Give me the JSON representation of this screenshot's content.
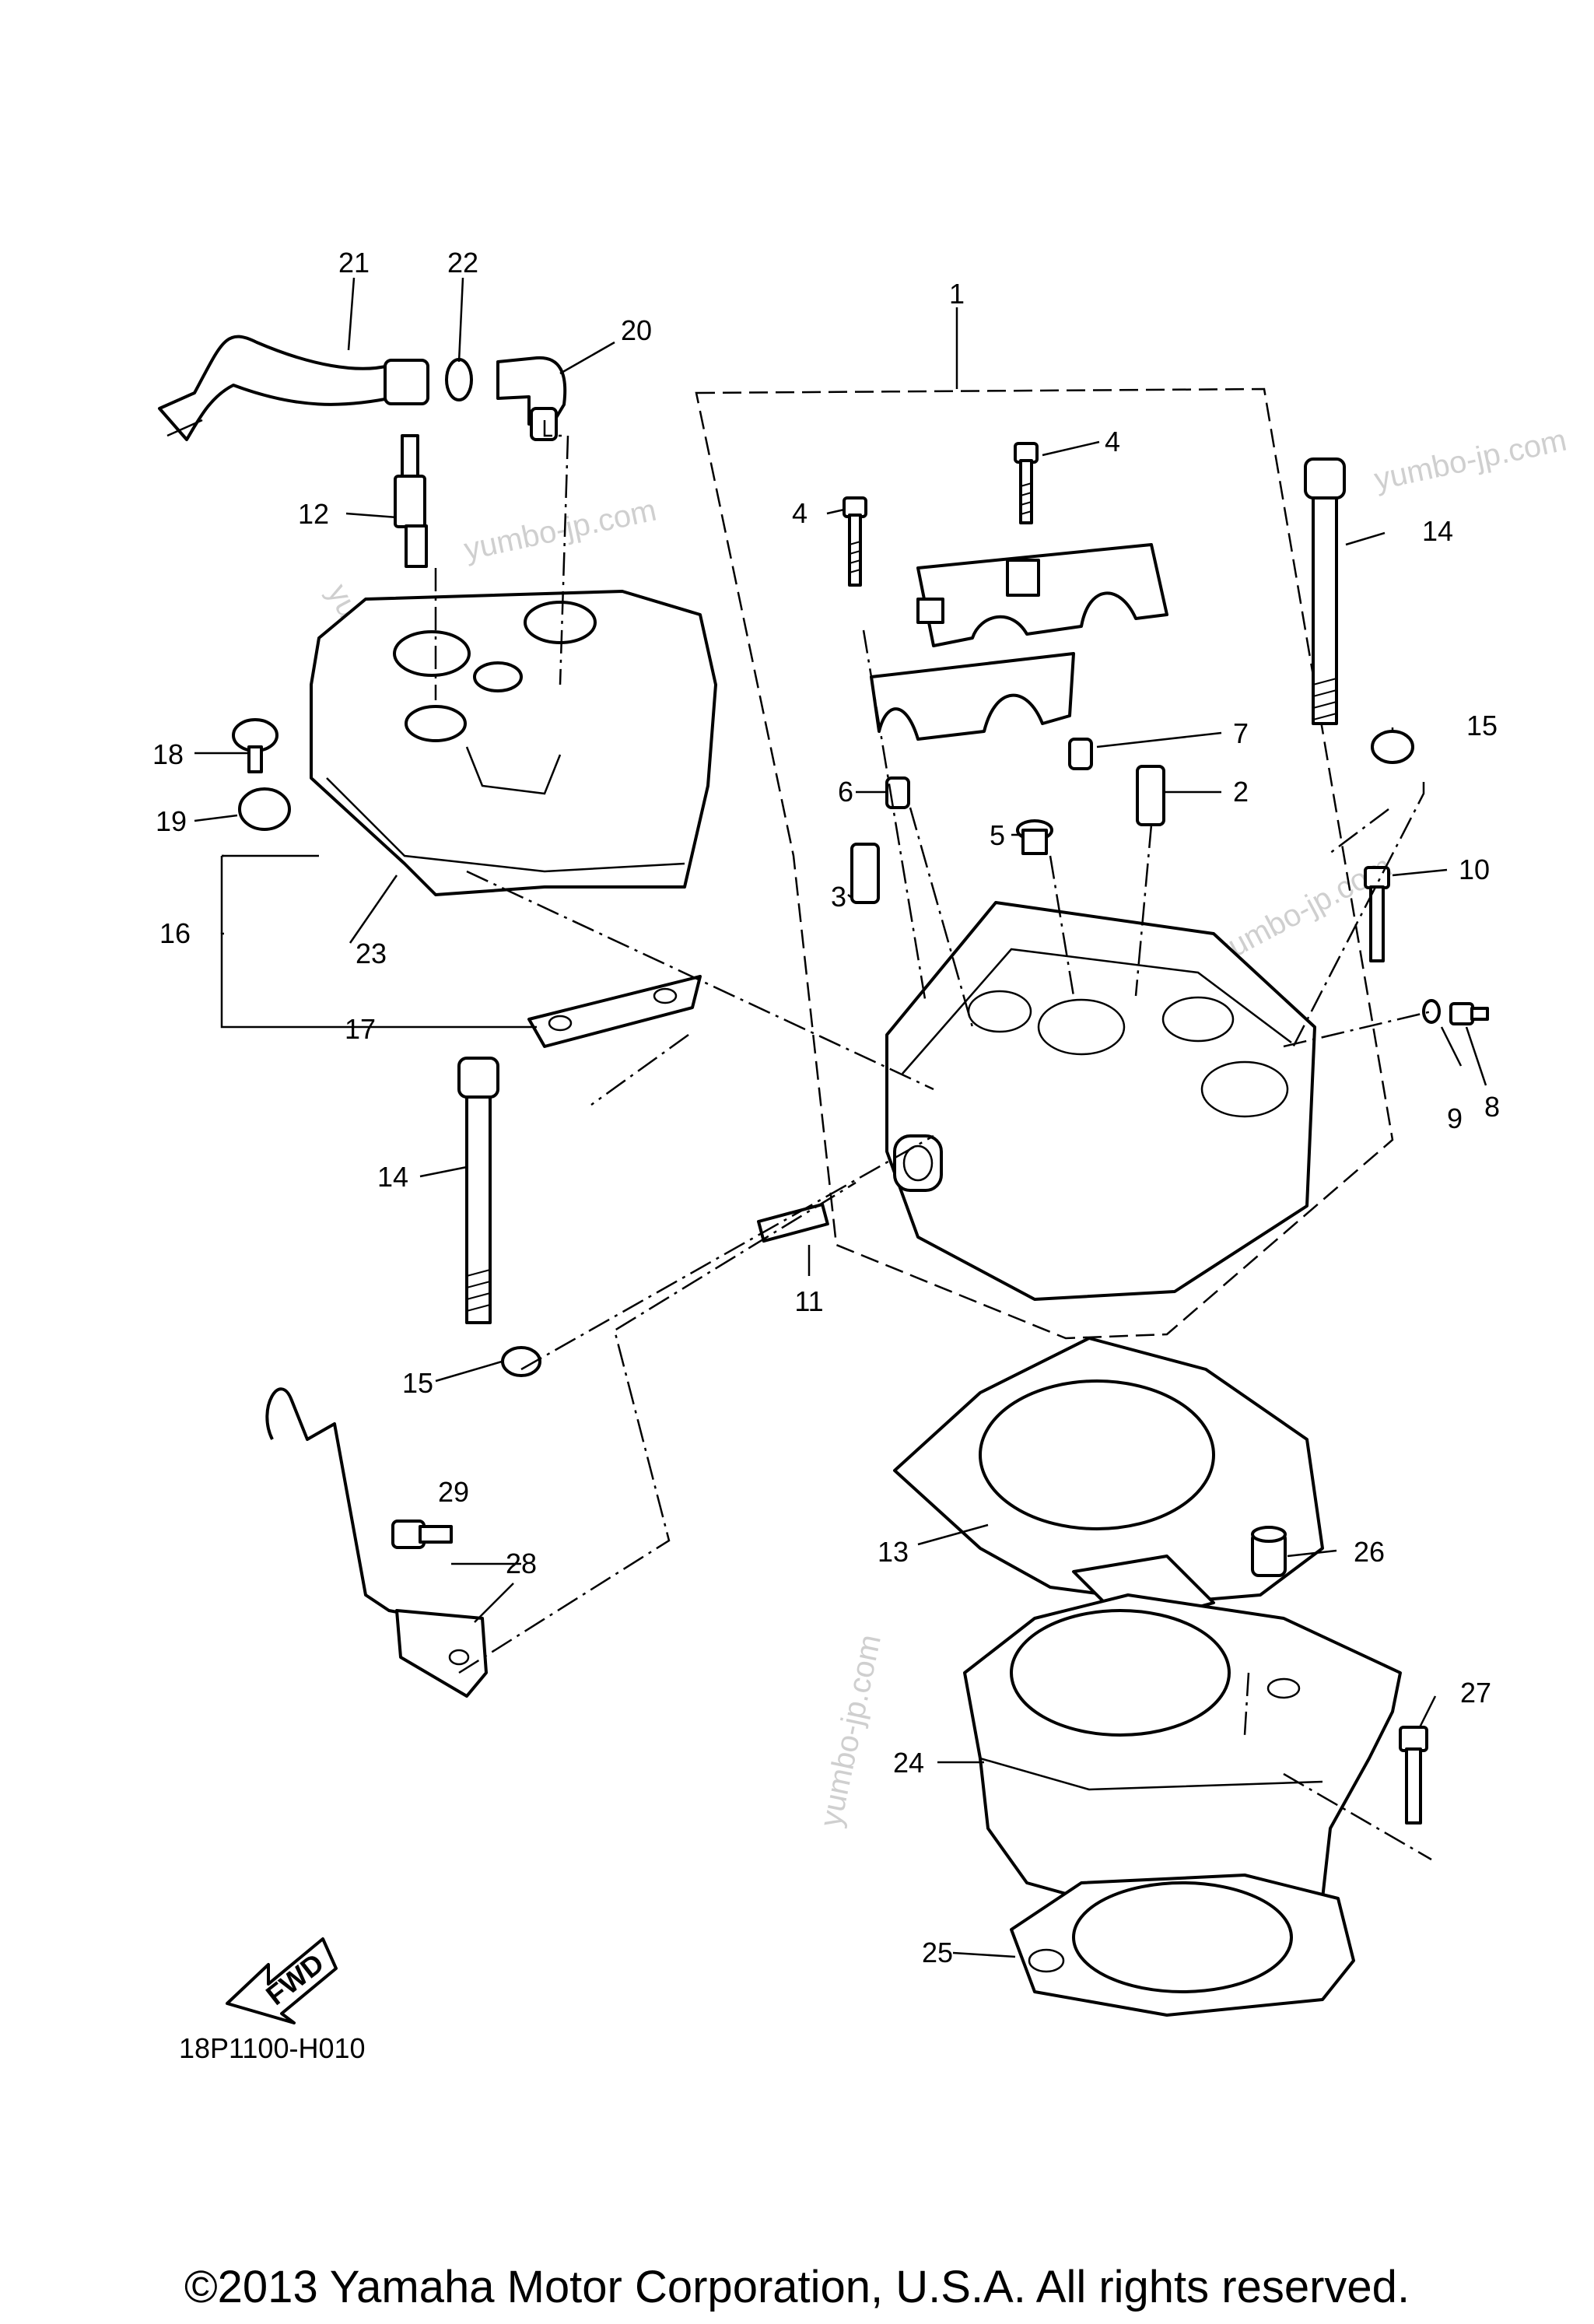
{
  "diagram_code": "18P1100-H010",
  "fwd_label": "FWD",
  "copyright": "©2013 Yamaha Motor Corporation, U.S.A. All rights reserved.",
  "watermark": "yumbo-jp.com",
  "callouts": [
    "1",
    "2",
    "3",
    "4",
    "4",
    "5",
    "6",
    "7",
    "8",
    "9",
    "10",
    "11",
    "12",
    "13",
    "14",
    "14",
    "15",
    "15",
    "16",
    "17",
    "18",
    "19",
    "20",
    "21",
    "22",
    "23",
    "24",
    "25",
    "26",
    "27",
    "28",
    "29"
  ],
  "icons": [
    "fwd-arrow-icon"
  ]
}
